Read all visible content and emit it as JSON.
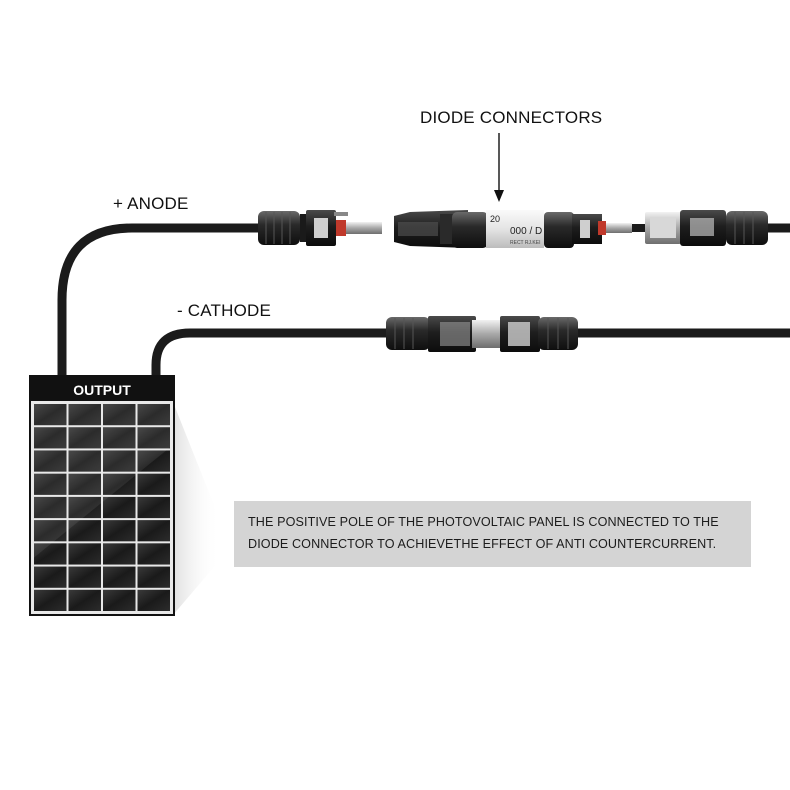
{
  "labels": {
    "diode_connectors": "DIODE CONNECTORS",
    "anode": "+ ANODE",
    "cathode": "- CATHODE"
  },
  "panel": {
    "header": "OUTPUT",
    "rows": 9,
    "cols": 4
  },
  "diode_print": {
    "top": "20",
    "middle": "000 / D",
    "side": "RECT RJ.KEI"
  },
  "note": {
    "text": "THE POSITIVE POLE OF THE PHOTOVOLTAIC PANEL IS CONNECTED TO THE DIODE CONNECTOR TO ACHIEVETHE EFFECT OF ANTI COUNTERCURRENT."
  },
  "colors": {
    "cable": "#1a1a1a",
    "connector_body": "#222222",
    "diode_sleeve": "#ececec",
    "panel_frame": "#111111",
    "note_bg": "#d4d4d4"
  }
}
